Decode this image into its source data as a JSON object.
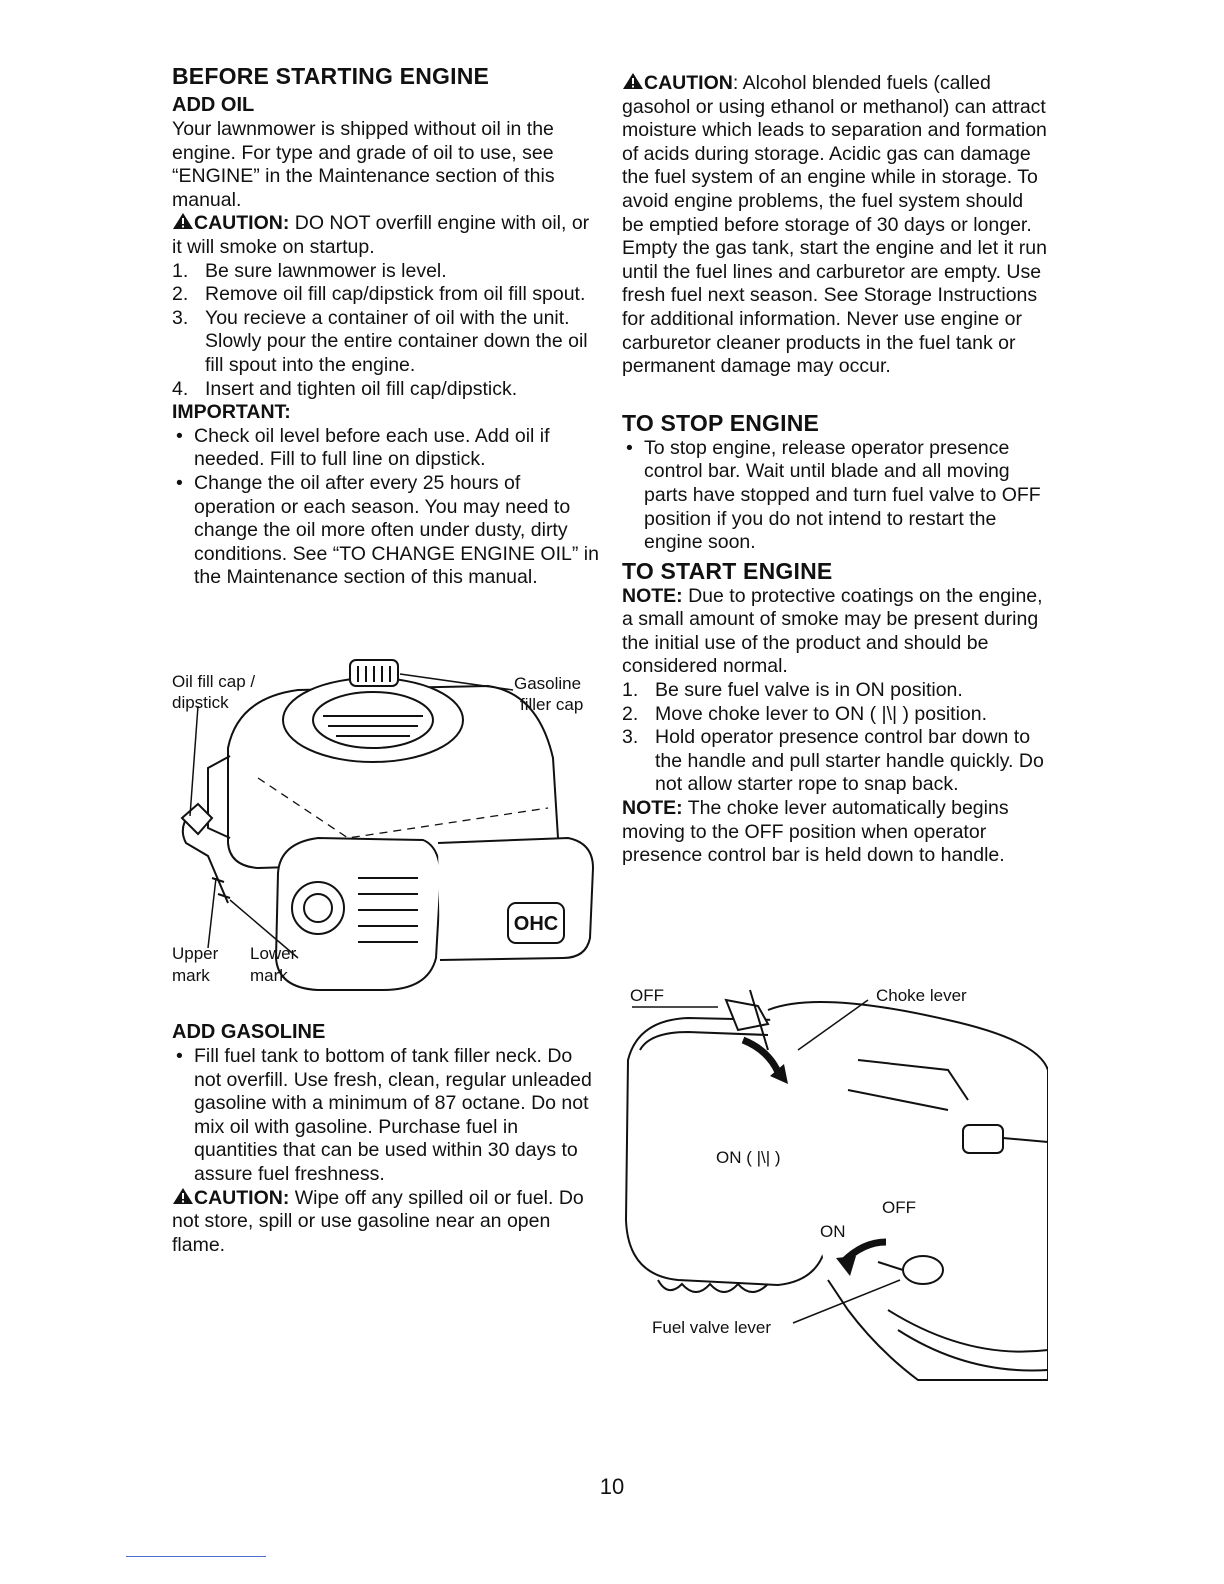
{
  "left": {
    "heading": "BEFORE STARTING ENGINE",
    "add_oil": {
      "title": "ADD OIL",
      "intro": "Your lawnmower is shipped without oil in the engine. For type and grade of oil to use, see “ENGINE” in the Maintenance section of this manual.",
      "caution_label": "CAUTION:",
      "caution_text": " DO NOT overfill engine with oil, or it will smoke on startup.",
      "steps": [
        {
          "n": "1.",
          "t": "Be sure lawnmower is level."
        },
        {
          "n": "2.",
          "t": "Remove oil fill cap/dipstick from oil fill spout."
        },
        {
          "n": "3.",
          "t": "You recieve a container of oil with the unit. Slowly pour the entire container down the oil fill spout into the engine."
        },
        {
          "n": "4.",
          "t": "Insert and tighten oil fill cap/dipstick."
        }
      ],
      "important_label": "IMPORTANT:",
      "important_items": [
        "Check oil level before each use. Add oil if needed. Fill to full line on dipstick.",
        "Change the oil after every 25 hours of operation or each season. You may need to change the oil more often under dusty, dirty conditions. See “TO CHANGE ENGINE OIL” in the Maintenance section of this manual."
      ]
    },
    "figure": {
      "label_oil_fill_1": "Oil fill cap /",
      "label_oil_fill_2": "dipstick",
      "label_gas_1": "Gasoline",
      "label_gas_2": "filler cap",
      "label_upper_1": "Upper",
      "label_upper_2": "mark",
      "label_lower_1": "Lower",
      "label_lower_2": "mark",
      "badge": "OHC"
    },
    "add_gasoline": {
      "title": "ADD GASOLINE",
      "items": [
        "Fill fuel tank to bottom of tank filler neck. Do not overfill. Use fresh, clean, regular unleaded gasoline with a minimum of 87 octane. Do not mix oil with gasoline. Purchase fuel in quantities that can be used within 30 days to assure fuel freshness."
      ],
      "caution_label": "CAUTION:",
      "caution_text": " Wipe off any spilled oil or fuel. Do not store, spill or use gasoline near an open flame."
    }
  },
  "right": {
    "caution_label": "CAUTION",
    "caution_text": ": Alcohol blended fuels (called gasohol or using ethanol or methanol) can attract moisture which leads to separation and formation of acids during storage. Acidic gas can damage the fuel system of an engine while in storage. To avoid engine problems, the fuel system should be emptied before storage of 30 days or longer. Empty the gas tank, start the engine and let it run until the fuel lines and carburetor are empty. Use fresh fuel next season. See Storage Instructions for additional information. Never use engine or carburetor cleaner products in the fuel tank or permanent damage may occur.",
    "stop": {
      "title": "TO STOP ENGINE",
      "items": [
        "To stop engine, release operator presence control bar. Wait until blade and all moving parts have stopped and turn fuel valve to OFF position if you do not intend to restart the engine soon."
      ]
    },
    "start": {
      "title": "TO START ENGINE",
      "note1_label": "NOTE:",
      "note1_text": " Due to protective coatings on the engine, a small amount of smoke may be present during the initial use of the product and should be considered normal.",
      "steps": [
        {
          "n": "1.",
          "t": "Be sure fuel valve is in ON position."
        },
        {
          "n": "2.",
          "t": "Move choke lever to ON ( |\\| ) position."
        },
        {
          "n": "3.",
          "t": "Hold operator presence control bar down to the handle and pull starter handle quickly. Do not allow starter rope to snap back."
        }
      ],
      "note2_label": "NOTE:",
      "note2_text": " The choke lever automatically begins moving to the OFF position when operator presence control bar is held down to handle."
    },
    "figure": {
      "label_off_top": "OFF",
      "label_choke": "Choke lever",
      "label_on": "ON ( |\\| )",
      "label_off_valve": "OFF",
      "label_on_valve": "ON",
      "label_fuel_valve": "Fuel valve lever"
    }
  },
  "page_number": "10"
}
